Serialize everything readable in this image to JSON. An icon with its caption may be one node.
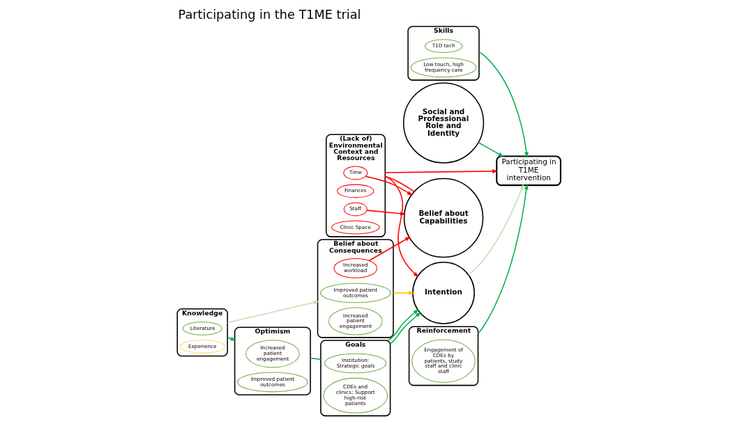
{
  "diagram": {
    "title": "Participating in the T1ME trial",
    "nodes": [
      {
        "text": [
          "Goals"
        ]
      },
      {
        "text": [
          "Institution: Strategic goals"
        ],
        "in": 0
      },
      {
        "text": [
          "CDEs and clinics: Support high-risk patients"
        ],
        "in": 0
      },
      {
        "text": [
          "Intention"
        ]
      },
      {
        "text": [
          "Reinforcement"
        ]
      },
      {
        "text": [
          "Engagement of CDEs by patients, study staff and clinic staff"
        ],
        "in": 4
      },
      {
        "text": [
          "Optimism"
        ]
      },
      {
        "text": [
          "Increased patient engagement"
        ],
        "in": 6
      },
      {
        "text": [
          "Improved patient outcomes"
        ],
        "in": 6
      },
      {
        "text": [
          "Belief about Consequences"
        ]
      },
      {
        "text": [
          "Improved patient outcomes"
        ],
        "in": 9
      },
      {
        "text": [
          "Increased workload"
        ],
        "in": 9
      },
      {
        "text": [
          "Increased patient engagement"
        ],
        "in": 9
      },
      {
        "text": [
          "(Lack of) Environmental Context and Resources"
        ]
      },
      {
        "text": [
          "Time"
        ],
        "in": 13
      },
      {
        "text": [
          "Finances"
        ],
        "in": 13
      },
      {
        "text": [
          "Staff"
        ],
        "in": 13
      },
      {
        "text": [
          "Clinic Space"
        ],
        "in": 13
      },
      {
        "text": [
          "Participating in T1ME intervention"
        ]
      },
      {
        "text": [
          "Knowledge"
        ]
      },
      {
        "text": [
          "Literature"
        ],
        "in": 19
      },
      {
        "text": [
          "Experience"
        ],
        "in": 19
      },
      {
        "text": [
          "Belief about Capabilities"
        ]
      },
      {
        "text": [
          "Skills"
        ]
      },
      {
        "text": [
          "T1D tech"
        ],
        "in": 23
      },
      {
        "text": [
          "Low touch, high frequency care"
        ],
        "in": 23
      },
      {
        "text": [
          "Social and Professional Role and Identity"
        ]
      }
    ],
    "edges": [
      {
        "from": 6,
        "to": 0,
        "arrow": "none"
      },
      {
        "from": 0,
        "to": 3,
        "arrow": "to"
      },
      {
        "from": 0,
        "to": 3,
        "arrow": "to"
      },
      {
        "from": 9,
        "to": 3,
        "arrow": "to",
        "color": "#ffc000"
      },
      {
        "from": 19,
        "to": 6,
        "arrow": "to"
      },
      {
        "from": 19,
        "to": 9,
        "arrow": "to",
        "color": "#c5e0b4"
      },
      {
        "from": 11,
        "to": 22,
        "arrow": "to",
        "color": "#ff0000"
      },
      {
        "from": 14,
        "to": 22,
        "arrow": "to",
        "color": "#ff0000"
      },
      {
        "from": 16,
        "to": 22,
        "arrow": "to",
        "color": "#ff0000"
      },
      {
        "from": 22,
        "to": 13,
        "arrow": "none",
        "color": "#ff0000"
      },
      {
        "from": 13,
        "to": 3,
        "arrow": "to",
        "color": "#ff0000"
      },
      {
        "from": 13,
        "to": 18,
        "arrow": "to",
        "color": "#ff0000"
      },
      {
        "from": 3,
        "to": 18,
        "arrow": "to",
        "color": "#c5e0b4"
      },
      {
        "from": 4,
        "to": 18,
        "arrow": "to"
      },
      {
        "from": 23,
        "to": 18,
        "arrow": "to"
      },
      {
        "from": 26,
        "to": 18,
        "arrow": "to"
      }
    ]
  }
}
